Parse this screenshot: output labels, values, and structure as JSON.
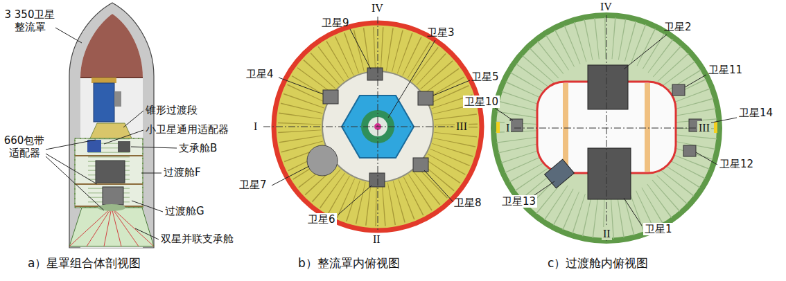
{
  "diagram": {
    "labels": [
      "3 350卫星整流罩",
      "锥形过渡段",
      "小卫星通用适配器",
      "660包带适配器",
      "支承舱B",
      "过渡舱F",
      "过渡舱G",
      "双星并联支承舱",
      "a）星罩组合体剖视图",
      "IV",
      "卫星9",
      "卫星3",
      "卫星4",
      "卫星5",
      "I",
      "III",
      "卫星7",
      "卫星8",
      "卫星6",
      "II",
      "b）整流罩内俯视图",
      "IV",
      "卫星2",
      "卫星11",
      "卫星10",
      "卫星14",
      "I",
      "III",
      "卫星12",
      "卫星13",
      "II",
      "卫星1",
      "c）过渡舱内俯视图"
    ]
  }
}
